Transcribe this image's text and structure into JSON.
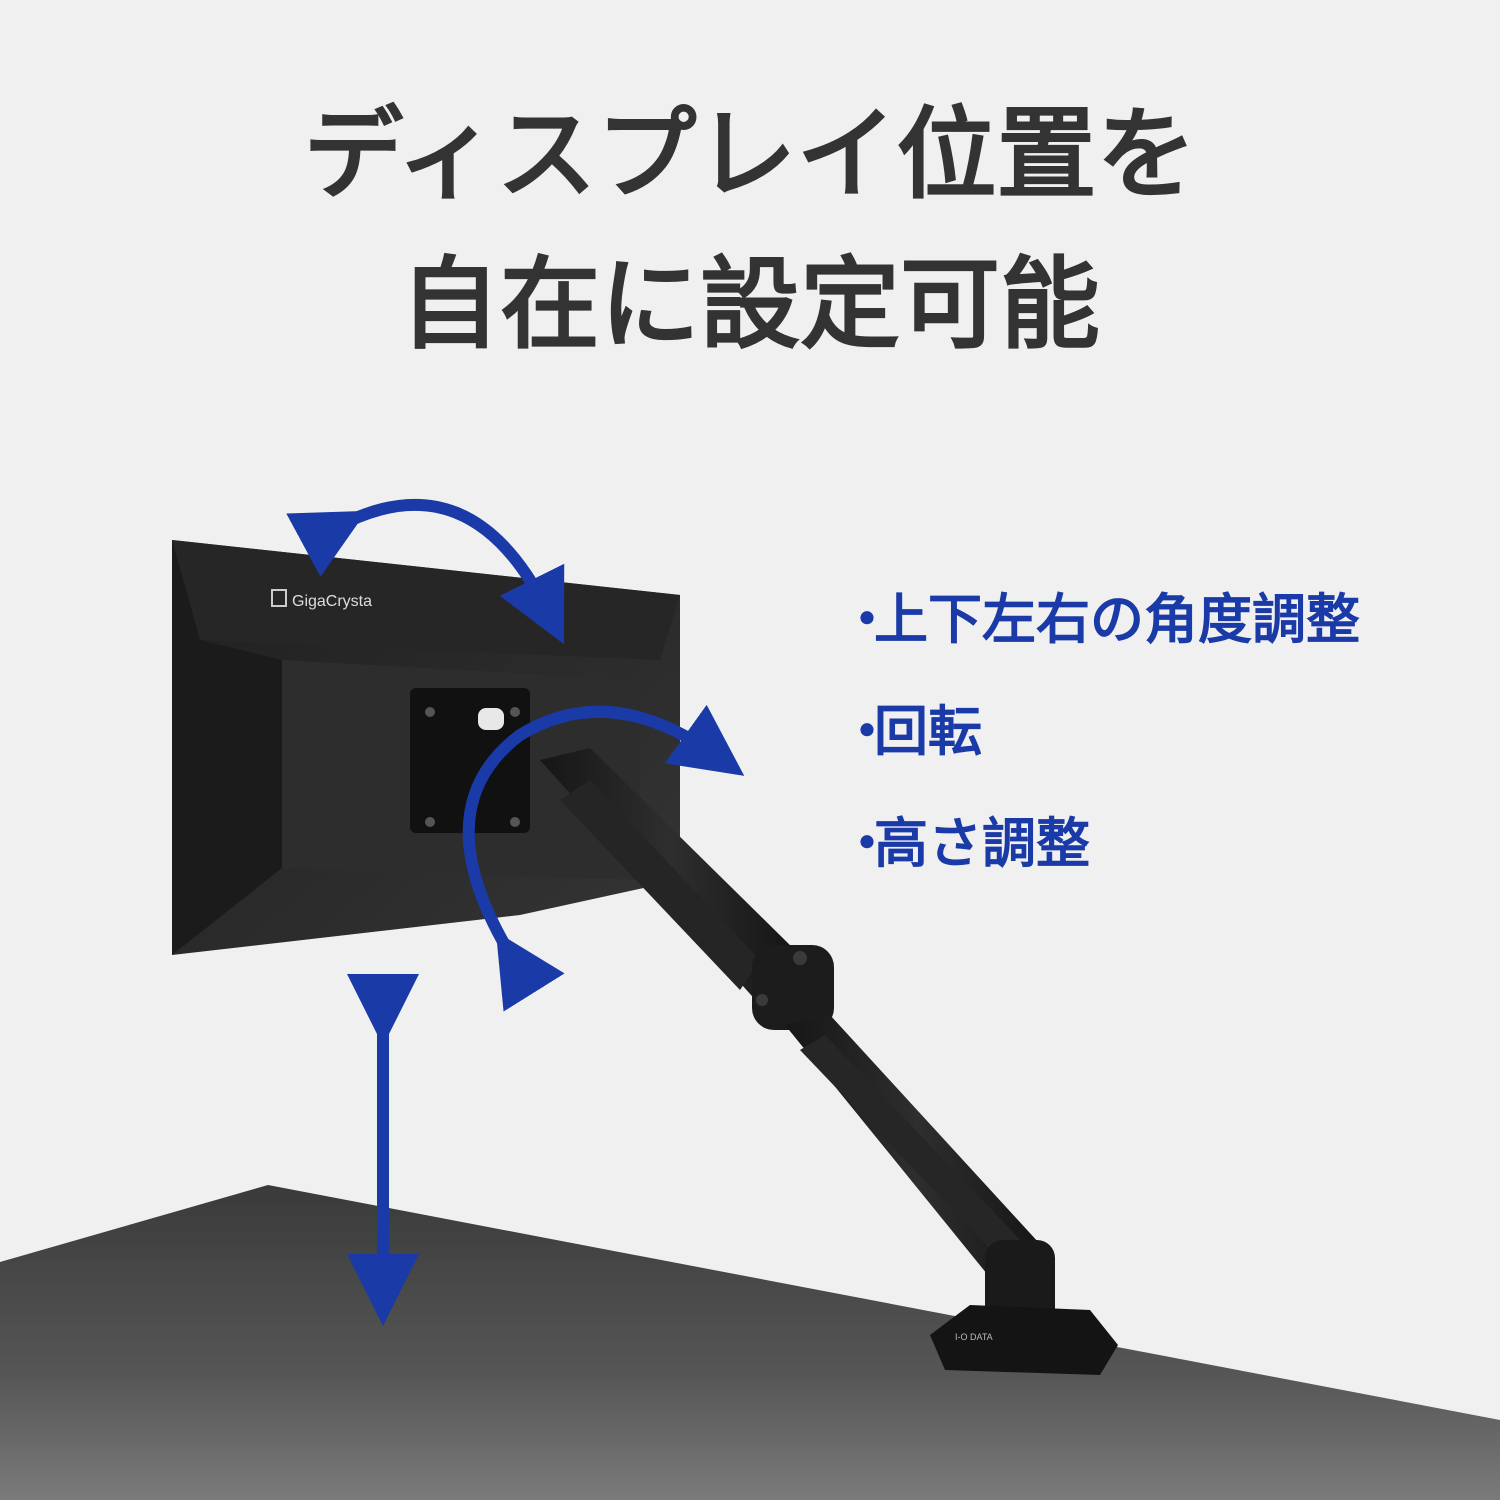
{
  "headline": {
    "line1": "ディスプレイ位置を",
    "line2": "自在に設定可能"
  },
  "features": [
    {
      "bullet": "・",
      "label": "上下左右の角度調整"
    },
    {
      "bullet": "・",
      "label": "回転"
    },
    {
      "bullet": "・",
      "label": "高さ調整"
    }
  ],
  "product": {
    "monitor_brand": "GigaCrysta",
    "base_brand": "I-O DATA"
  },
  "colors": {
    "background": "#f0f0f0",
    "headline": "#333333",
    "accent_blue": "#1a3aa8",
    "desk": "#4a4a4a",
    "monitor": "#2b2b2b"
  },
  "icons": [
    "tilt-swivel-arrow-icon",
    "rotation-arrow-icon",
    "height-arrow-icon"
  ]
}
